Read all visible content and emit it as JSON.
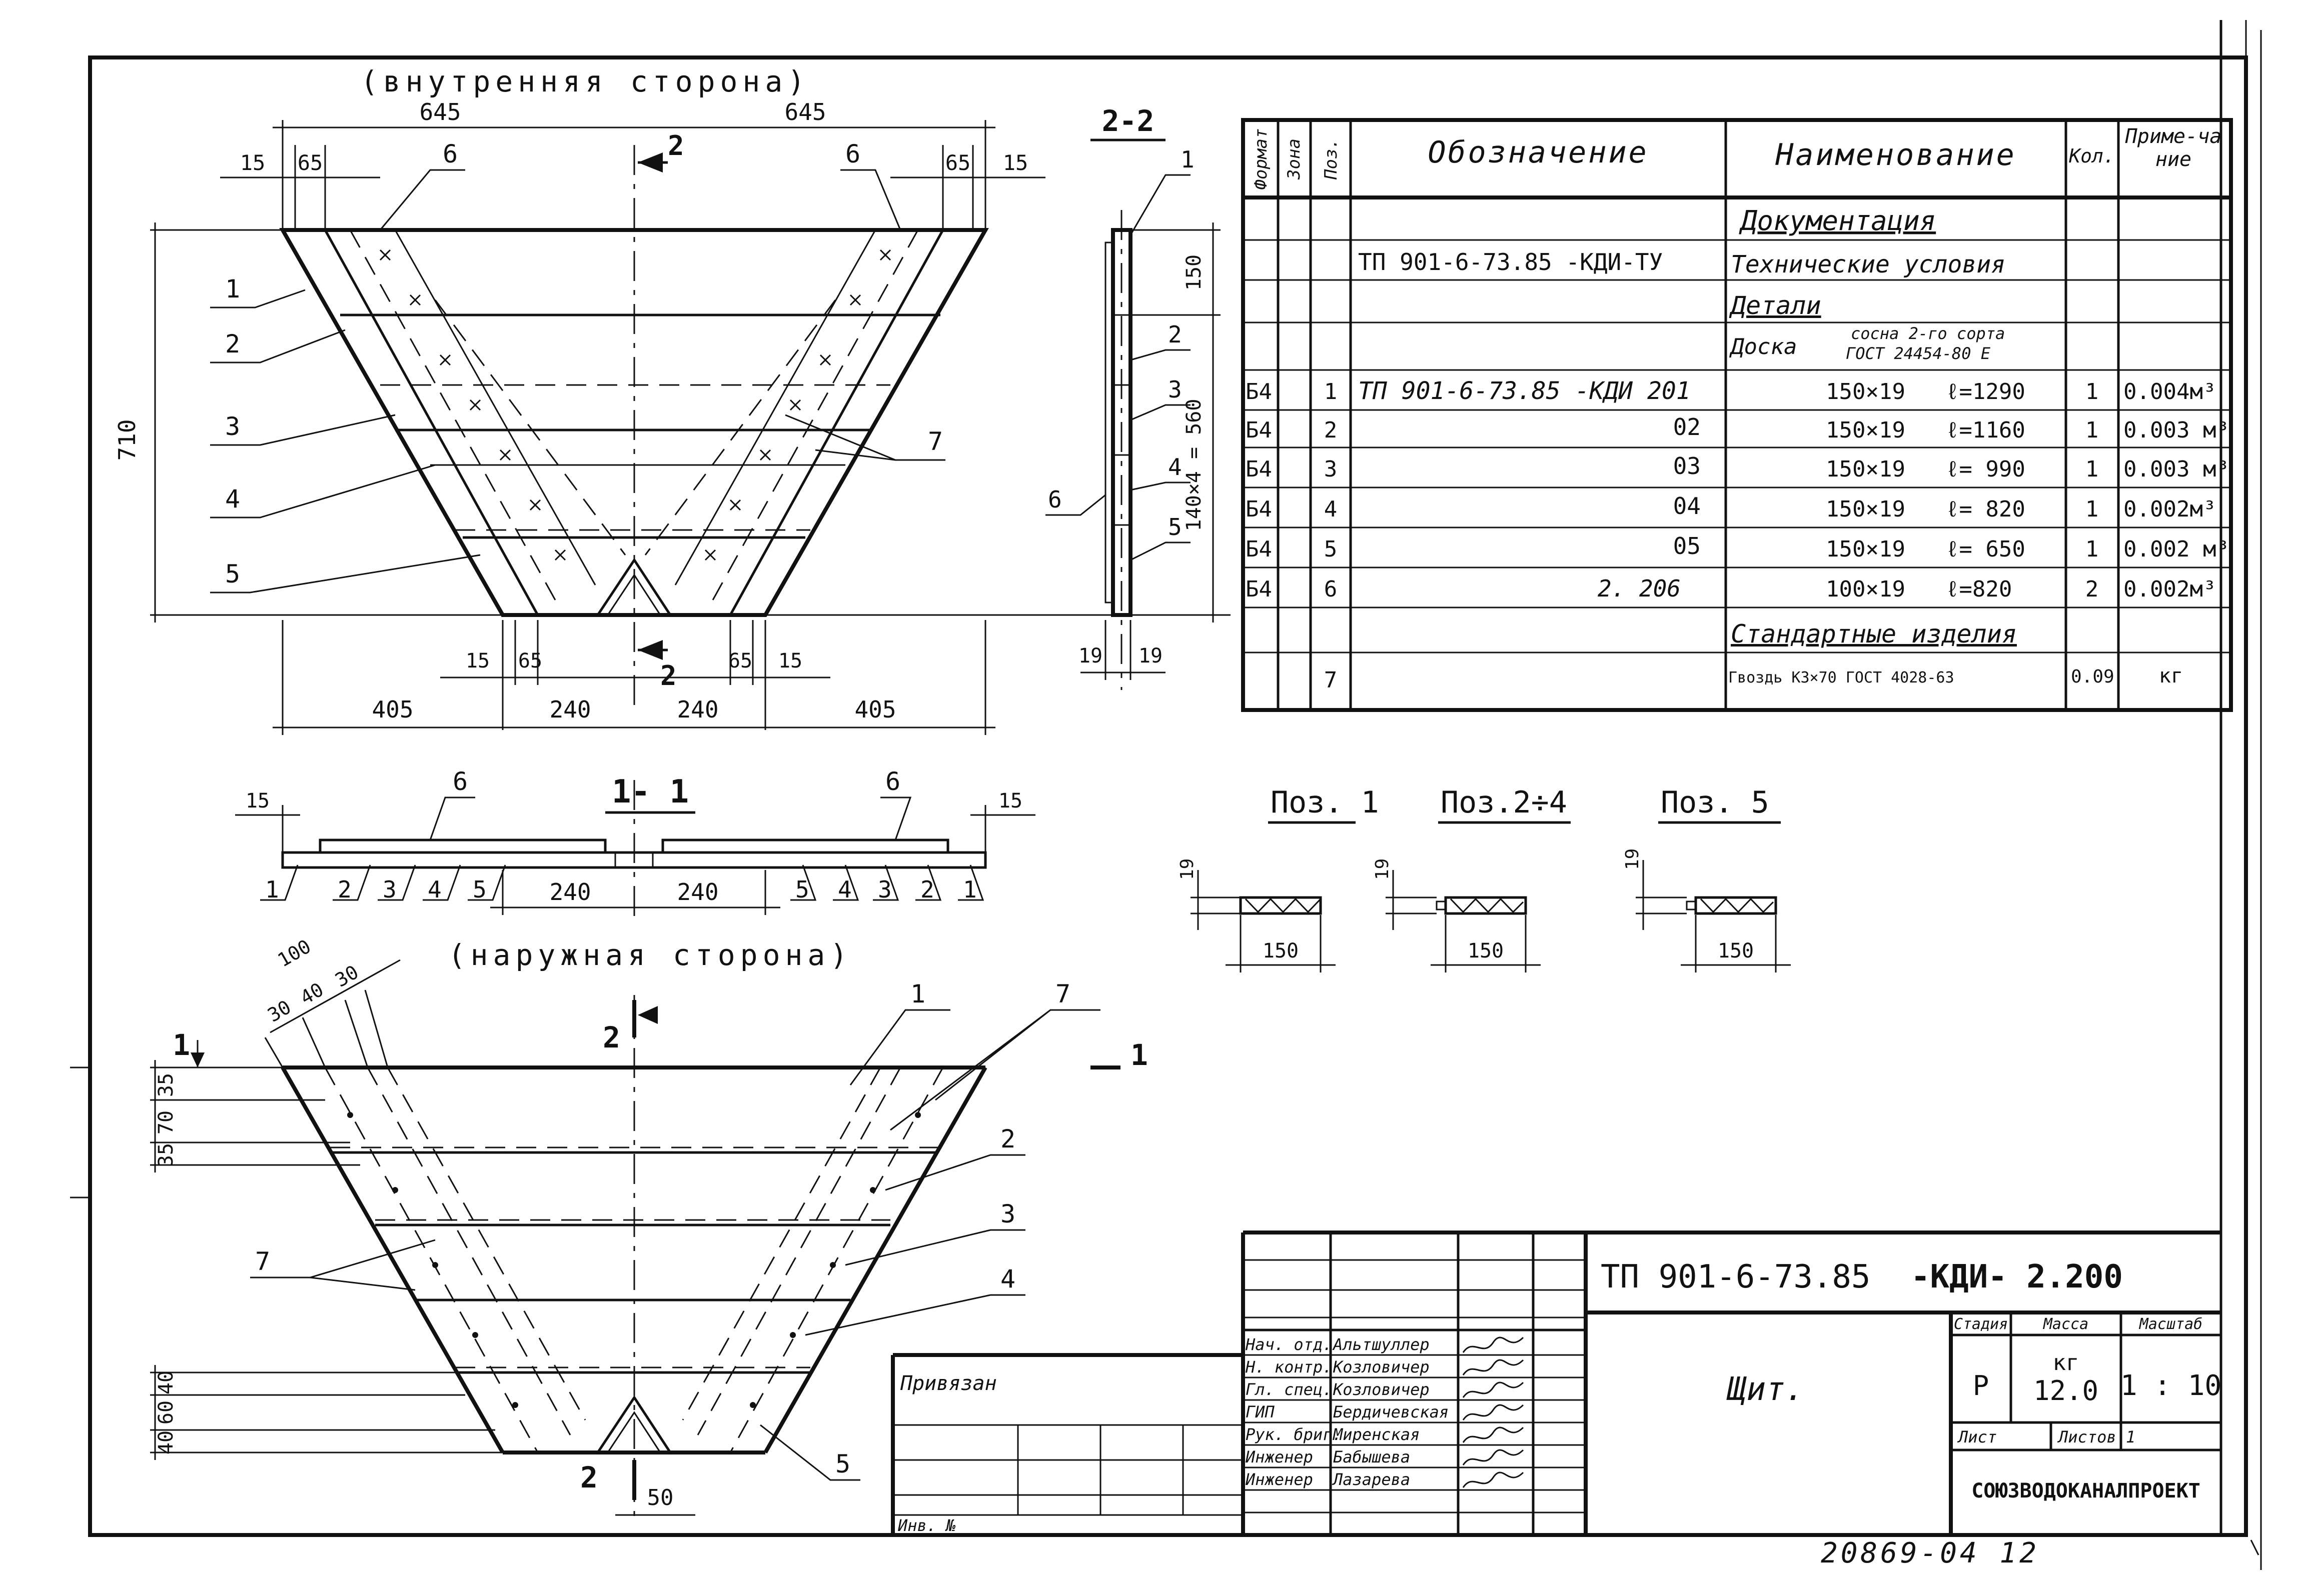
{
  "view_top_title": "(внутренняя сторона)",
  "view_bottom_title": "(наружная сторона)",
  "section_1_label": "1- 1",
  "section_2_label": "2-2",
  "cut_mark_2": "2",
  "cut_mark_1": "1",
  "dims": {
    "d645": "645",
    "d15": "15",
    "d65": "65",
    "d710": "710",
    "d405": "405",
    "d240": "240",
    "d150": "150",
    "d560": "140×4 = 560",
    "d19": "19",
    "d100": "100",
    "d40": "40",
    "d30": "30",
    "d35": "35",
    "d70": "70",
    "d60": "60",
    "d50": "50"
  },
  "pos_labels": {
    "p1": "1",
    "p2": "2",
    "p3": "3",
    "p4": "4",
    "p5": "5",
    "p6": "6",
    "p7": "7"
  },
  "detail_titles": {
    "pos1": "Поз. 1",
    "pos2_4": "Поз.2÷4",
    "pos5": "Поз. 5"
  },
  "spec_headers": {
    "format": "Формат",
    "zone": "Зона",
    "pos": "Поз.",
    "designation": "Обозначение",
    "name": "Наименование",
    "qty": "Кол.",
    "note": "Приме-чание"
  },
  "spec": {
    "sec_docs": "Документация",
    "doc_code": "ТП 901-6-73.85  -КДИ-ТУ",
    "doc_name": "Технические условия",
    "sec_details": "Детали",
    "board": "Доска",
    "board_spec1": "сосна 2-го сорта",
    "board_spec2": "ГОСТ 24454-80 Е",
    "rows": [
      {
        "fmt": "Б4",
        "pos": "1",
        "code": "ТП 901-6-73.85 -КДИ 201",
        "size": "150×19",
        "len": "ℓ=1290",
        "qty": "1",
        "note": "0.004м³"
      },
      {
        "fmt": "Б4",
        "pos": "2",
        "code": "02",
        "size": "150×19",
        "len": "ℓ=1160",
        "qty": "1",
        "note": "0.003 м³"
      },
      {
        "fmt": "Б4",
        "pos": "3",
        "code": "03",
        "size": "150×19",
        "len": "ℓ= 990",
        "qty": "1",
        "note": "0.003 м³"
      },
      {
        "fmt": "Б4",
        "pos": "4",
        "code": "04",
        "size": "150×19",
        "len": "ℓ= 820",
        "qty": "1",
        "note": "0.002м³"
      },
      {
        "fmt": "Б4",
        "pos": "5",
        "code": "05",
        "size": "150×19",
        "len": "ℓ= 650",
        "qty": "1",
        "note": "0.002 м³"
      },
      {
        "fmt": "Б4",
        "pos": "6",
        "code": "2. 206",
        "size": "100×19",
        "len": "ℓ=820",
        "qty": "2",
        "note": "0.002м³"
      }
    ],
    "sec_std": "Стандартные изделия",
    "nail_pos": "7",
    "nail": "Гвоздь  К3×70  ГОСТ 4028-63",
    "nail_qty": "0.09",
    "nail_unit": "кг"
  },
  "title_block": {
    "code": "ТП 901-6-73.85",
    "code2": "-КДИ- 2.200",
    "item_name": "Щит.",
    "stage_h": "Стадия",
    "mass_h": "Масса",
    "scale_h": "Масштаб",
    "stage": "Р",
    "mass_unit": "кг",
    "mass": "12.0",
    "scale": "1 : 10",
    "sheet_h": "Лист",
    "sheets_h": "Листов 1",
    "org": "СОЮЗВОДОКАНАЛПРОЕКТ",
    "privyazan": "Привязан",
    "inv": "Инв. №",
    "staff": [
      {
        "role": "Нач. отд.",
        "name": "Альтшуллер"
      },
      {
        "role": "Н. контр.",
        "name": "Козловичер"
      },
      {
        "role": "Гл. спец.",
        "name": "Козловичер"
      },
      {
        "role": "ГИП",
        "name": "Бердичевская"
      },
      {
        "role": "Рук. бриг.",
        "name": "Миренская"
      },
      {
        "role": "Инженер",
        "name": "Бабышева"
      },
      {
        "role": "Инженер",
        "name": "Лазарева"
      }
    ]
  },
  "footer_number": "20869-04  12"
}
